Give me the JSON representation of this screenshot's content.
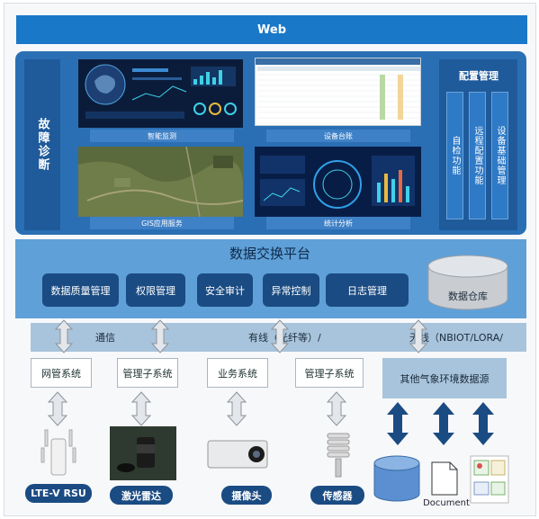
{
  "web": {
    "title": "Web"
  },
  "left_panel": {
    "label": "故障诊断"
  },
  "modules": {
    "monitor": "智能监测",
    "ledger": "设备台账",
    "gis": "GIS应用服务",
    "stats": "统计分析"
  },
  "config": {
    "title": "配置管理",
    "items": [
      "自检功能",
      "远程配置功能",
      "设备基础管理"
    ]
  },
  "exchange": {
    "title": "数据交换平台",
    "buttons": [
      "数据质量管理",
      "权限管理",
      "安全审计",
      "异常控制",
      "日志管理"
    ],
    "warehouse": "数据仓库"
  },
  "comm": {
    "label": "通信",
    "wired": "有线（光纤等）/",
    "wireless": "无线（NBIOT/LORA/"
  },
  "systems": [
    "网管系统",
    "管理子系统",
    "业务系统",
    "管理子系统"
  ],
  "other_source": "其他气象环境数据源",
  "devices": [
    "LTE-V RSU",
    "激光雷达",
    "摄像头",
    "传感器"
  ],
  "document_label": "Document",
  "colors": {
    "primary": "#1a78c8",
    "panel": "#2a6fb4",
    "exchange": "#5fa0d8",
    "dark": "#1a4b82",
    "comm": "#a8c4dc"
  }
}
